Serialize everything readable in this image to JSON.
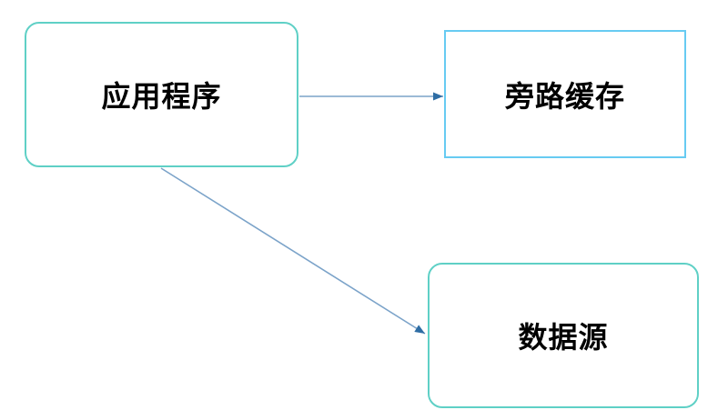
{
  "diagram": {
    "nodes": [
      {
        "id": "application",
        "label": "应用程序",
        "shape": "rounded-rect",
        "border": "teal"
      },
      {
        "id": "cache-aside",
        "label": "旁路缓存",
        "shape": "rect",
        "border": "sky"
      },
      {
        "id": "data-source",
        "label": "数据源",
        "shape": "rounded-rect",
        "border": "teal"
      }
    ],
    "edges": [
      {
        "from": "application",
        "to": "cache-aside",
        "style": "arrow"
      },
      {
        "from": "application",
        "to": "data-source",
        "style": "arrow"
      }
    ]
  },
  "colors": {
    "node-border-teal": "#5fd0c6",
    "node-border-sky": "#67cbf2",
    "arrow-line": "#7ba3c9",
    "arrow-head": "#2e6da4"
  }
}
